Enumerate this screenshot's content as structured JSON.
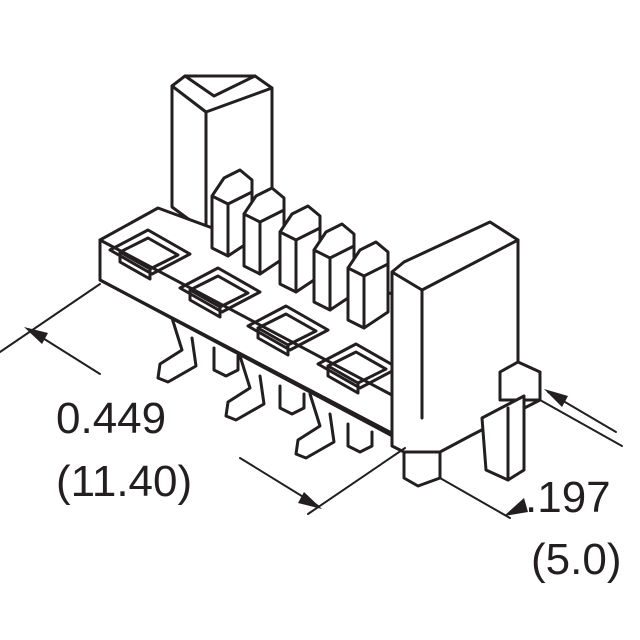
{
  "dimensions": {
    "length": {
      "inches": "0.449",
      "millimeters": "(11.40)"
    },
    "depth": {
      "inches": ".197",
      "millimeters": "(5.0)"
    }
  },
  "colors": {
    "line": "#231f20",
    "background": "#ffffff"
  }
}
